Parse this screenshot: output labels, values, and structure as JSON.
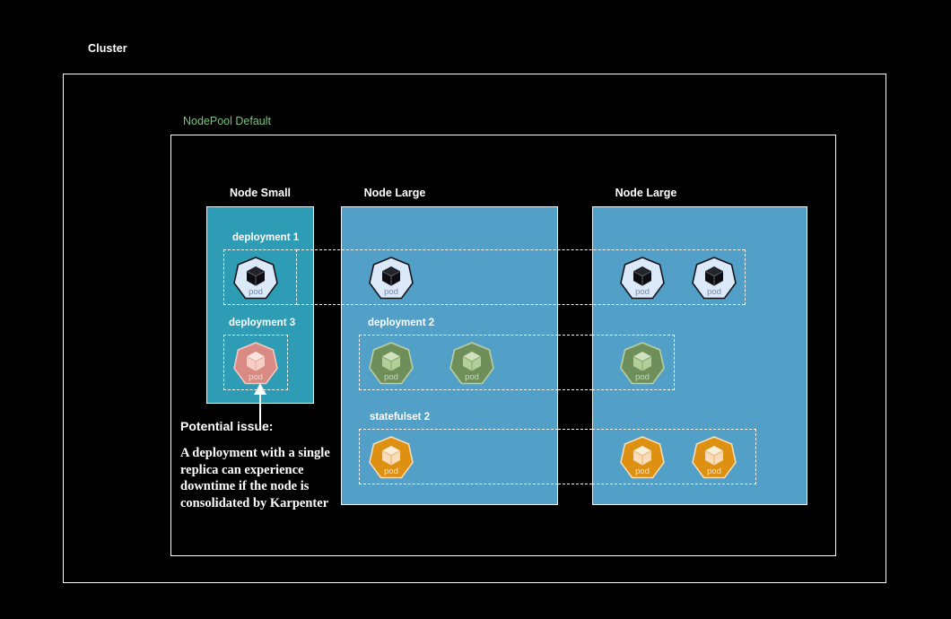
{
  "diagram": {
    "cluster": {
      "label": "Cluster"
    },
    "nodepool": {
      "label": "NodePool Default"
    },
    "nodes": [
      {
        "id": "node-small",
        "title": "Node Small",
        "size": "small",
        "color": "#2e9cb4"
      },
      {
        "id": "node-large-1",
        "title": "Node Large",
        "size": "large",
        "color": "#529fc8"
      },
      {
        "id": "node-large-2",
        "title": "Node Large",
        "size": "large",
        "color": "#529fc8"
      }
    ],
    "workloads": [
      {
        "id": "deployment-1",
        "label": "deployment 1",
        "kind": "deployment",
        "pod_color": "blue",
        "replicas": 4
      },
      {
        "id": "deployment-2",
        "label": "deployment 2",
        "kind": "deployment",
        "pod_color": "green",
        "replicas": 3
      },
      {
        "id": "deployment-3",
        "label": "deployment 3",
        "kind": "deployment",
        "pod_color": "salmon",
        "replicas": 1
      },
      {
        "id": "statefulset-2",
        "label": "statefulset 2",
        "kind": "statefulset",
        "pod_color": "orange",
        "replicas": 3
      }
    ],
    "pod_label": "pod",
    "annotation": {
      "title": "Potential issue:",
      "body": "A deployment with a single replica can experience downtime if the node is consolidated by Karpenter",
      "arrow": "up-arrow-icon"
    },
    "colors": {
      "background": "#000000",
      "frame": "#ffffff",
      "nodepool_label": "#7cc47f",
      "node_small": "#2e9cb4",
      "node_large": "#529fc8",
      "pod_blue_fill": "#dce9f8",
      "pod_blue_cube": "#0d0d11",
      "pod_green_fill": "#6f8f5a",
      "pod_green_cube": "#bcd6a4",
      "pod_salmon_fill": "#d98a82",
      "pod_salmon_cube": "#f9d6cd",
      "pod_orange_fill": "#dd9012",
      "pod_orange_cube": "#fbdcb4"
    }
  }
}
